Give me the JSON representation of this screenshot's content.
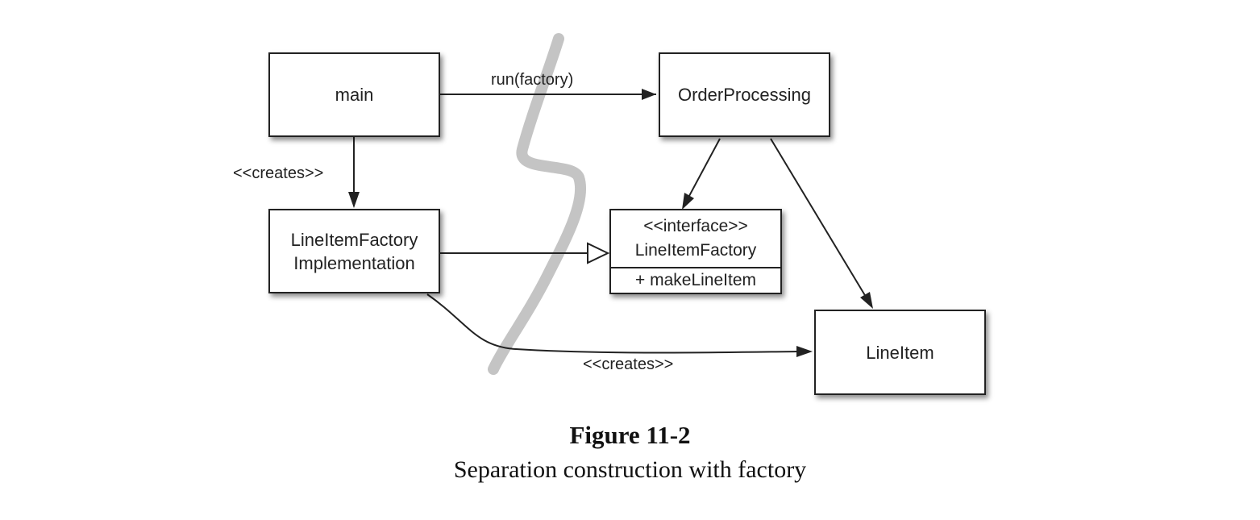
{
  "diagram": {
    "nodes": {
      "main": {
        "label": "main"
      },
      "order_processing": {
        "label": "OrderProcessing"
      },
      "factory_impl": {
        "label_line1": "LineItemFactory",
        "label_line2": "Implementation"
      },
      "factory_interface": {
        "stereotype": "<<interface>>",
        "name": "LineItemFactory",
        "operation": "+ makeLineItem"
      },
      "line_item": {
        "label": "LineItem"
      }
    },
    "edges": {
      "run": {
        "label": "run(factory)"
      },
      "main_creates": {
        "label": "<<creates>>"
      },
      "impl_creates": {
        "label": "<<creates>>"
      }
    },
    "colors": {
      "line": "#222222",
      "separator": "#c4c4c4"
    }
  },
  "caption": {
    "title": "Figure 11-2",
    "subtitle": "Separation construction with factory"
  }
}
